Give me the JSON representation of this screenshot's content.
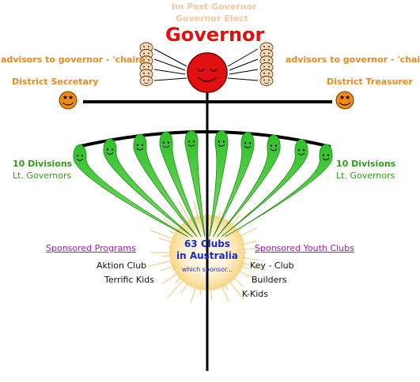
{
  "top": {
    "past_governor": "Im Past Governor",
    "governor_elect": "Governor Elect",
    "governor": "Governor"
  },
  "advisors": {
    "left": "advisors to governor - 'chairs'",
    "right": "advisors to governor - 'chairs'"
  },
  "officers": {
    "secretary": "District Secretary",
    "treasurer": "District Treasurer"
  },
  "divisions": {
    "left_title": "10 Divisions",
    "left_sub": "Lt. Governors",
    "right_title": "10 Divisions",
    "right_sub": "Lt. Governors"
  },
  "clubs": {
    "line1": "63 Clubs",
    "line2": "in Australia",
    "line3": "which sponsor..."
  },
  "programs": {
    "title": "Sponsored Programs",
    "items": [
      "Aktion Club",
      "Terrific Kids"
    ]
  },
  "youth": {
    "title": "Sponsored Youth Clubs",
    "items": [
      "Key - Club",
      "Builders",
      "K-Kids"
    ]
  },
  "colors": {
    "governor_red": "#e01010",
    "officer_orange": "#e88a1c",
    "division_green": "#2e9e16",
    "sponsor_purple": "#9b1bb0",
    "clubs_blue": "#1a2bd0",
    "burst_yellow": "#f7d27a"
  }
}
